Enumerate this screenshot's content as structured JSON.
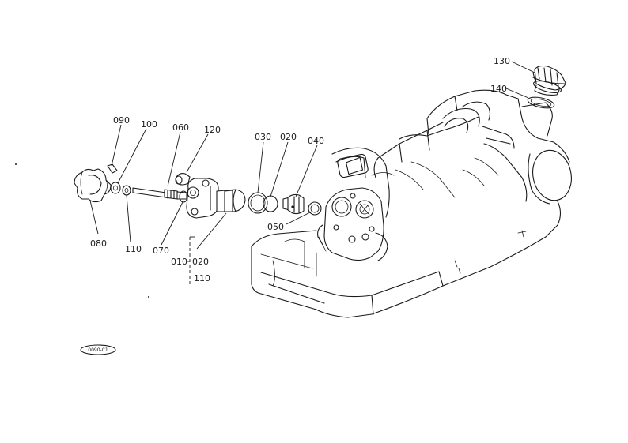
{
  "callouts": {
    "c130": "130",
    "c140": "140",
    "c090": "090",
    "c100": "100",
    "c060": "060",
    "c120": "120",
    "c030": "030",
    "c020": "020",
    "c040": "040",
    "c050": "050",
    "c080": "080",
    "c110": "110",
    "c070": "070",
    "c010": "010",
    "c020b": "020",
    "c110b": "110"
  },
  "stamp": {
    "code": "0090-C1"
  }
}
